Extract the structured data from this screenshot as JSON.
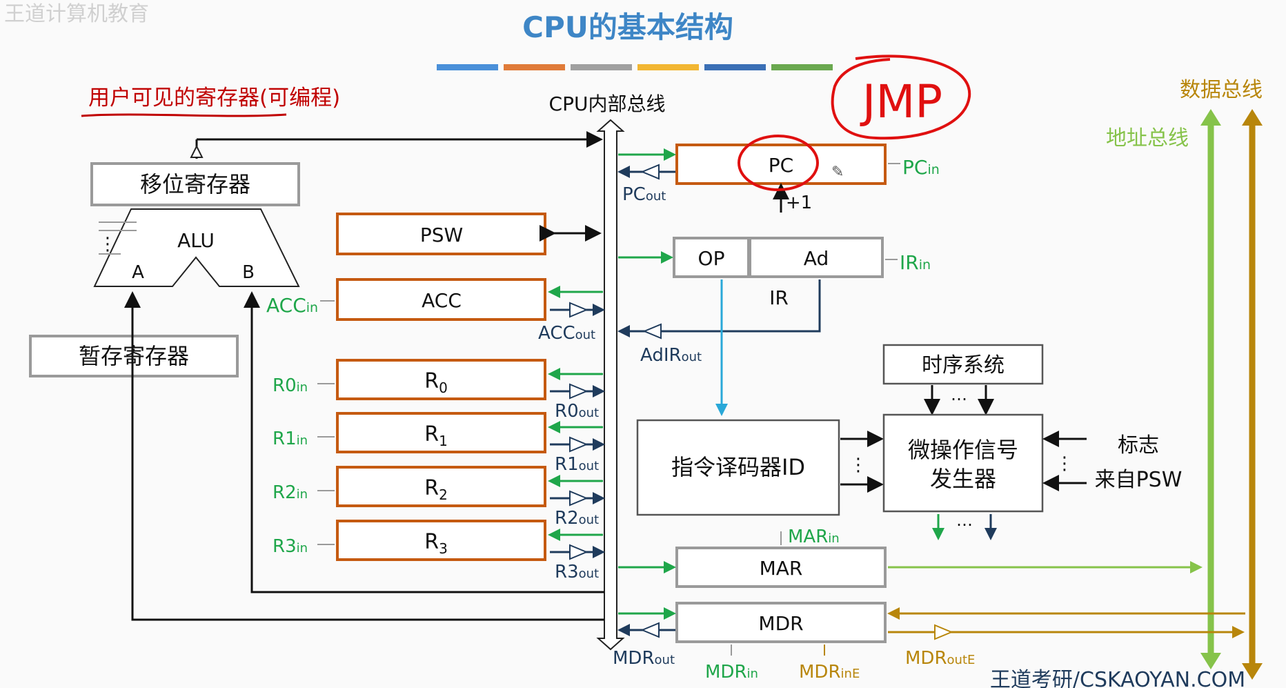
{
  "header": {
    "watermark": "王道计算机教育",
    "title": "CPU的基本结构",
    "title_bar_colors": [
      "#4a90d9",
      "#e07b39",
      "#a0a0a0",
      "#f2b632",
      "#3a6fb5",
      "#6aa84f"
    ]
  },
  "labels": {
    "user_visible": "用户可见的寄存器(可编程)",
    "internal_bus": "CPU内部总线",
    "data_bus": "数据总线",
    "addr_bus": "地址总线",
    "jmp_annotation": "JMP",
    "plus_one": "+1",
    "ellipsis": "…",
    "vdots": "⋮",
    "alu_a": "A",
    "alu_b": "B",
    "footer": "王道考研/CSKAOYAN.COM"
  },
  "registers": {
    "shift": "移位寄存器",
    "alu": "ALU",
    "temp": "暂存寄存器",
    "psw": "PSW",
    "acc": "ACC",
    "r": [
      {
        "base": "R",
        "sub": "0"
      },
      {
        "base": "R",
        "sub": "1"
      },
      {
        "base": "R",
        "sub": "2"
      },
      {
        "base": "R",
        "sub": "3"
      }
    ],
    "pc": "PC",
    "op": "OP",
    "ad": "Ad",
    "ir": "IR",
    "timing": "时序系统",
    "decoder": "指令译码器ID",
    "micro_line1": "微操作信号",
    "micro_line2": "发生器",
    "flag_line1": "标志",
    "flag_line2": "来自PSW",
    "mar": "MAR",
    "mdr": "MDR"
  },
  "signals": {
    "pc_in": {
      "base": "PC",
      "sub": "in"
    },
    "pc_out": {
      "base": "PC",
      "sub": "out"
    },
    "ir_in": {
      "base": "IR",
      "sub": "in"
    },
    "acc_in": {
      "base": "ACC",
      "sub": "in"
    },
    "acc_out": {
      "base": "ACC",
      "sub": "out"
    },
    "adir_out": {
      "base": "AdIR",
      "sub": "out"
    },
    "r_in": [
      {
        "base": "R0",
        "sub": "in"
      },
      {
        "base": "R1",
        "sub": "in"
      },
      {
        "base": "R2",
        "sub": "in"
      },
      {
        "base": "R3",
        "sub": "in"
      }
    ],
    "r_out": [
      {
        "base": "R0",
        "sub": "out"
      },
      {
        "base": "R1",
        "sub": "out"
      },
      {
        "base": "R2",
        "sub": "out"
      },
      {
        "base": "R3",
        "sub": "out"
      }
    ],
    "mar_in": {
      "base": "MAR",
      "sub": "in"
    },
    "mdr_in": {
      "base": "MDR",
      "sub": "in"
    },
    "mdr_out": {
      "base": "MDR",
      "sub": "out"
    },
    "mdr_ine": {
      "base": "MDR",
      "sub": "inE"
    },
    "mdr_oute": {
      "base": "MDR",
      "sub": "outE"
    }
  }
}
